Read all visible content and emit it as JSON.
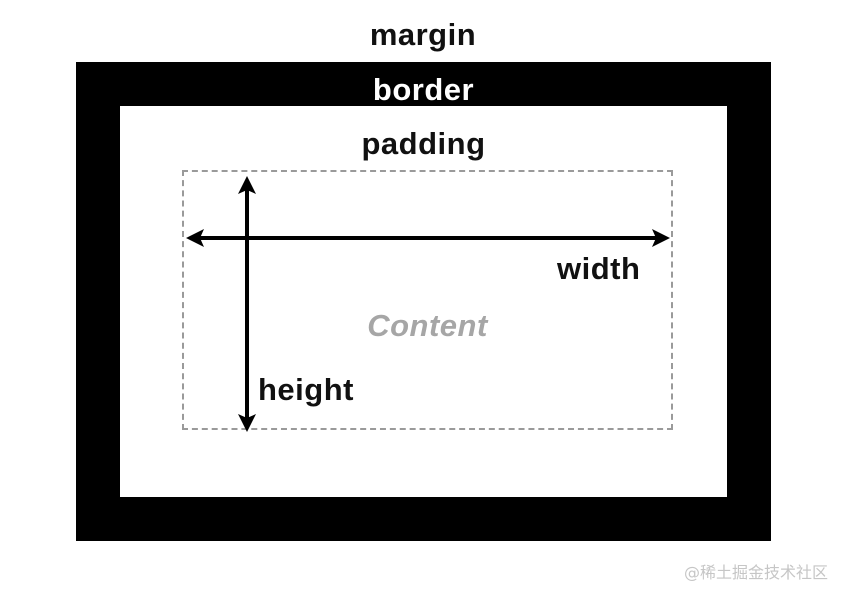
{
  "diagram": {
    "labels": {
      "margin": "margin",
      "border": "border",
      "padding": "padding",
      "content": "Content",
      "width": "width",
      "height": "height"
    },
    "watermark": "@稀土掘金技术社区"
  }
}
